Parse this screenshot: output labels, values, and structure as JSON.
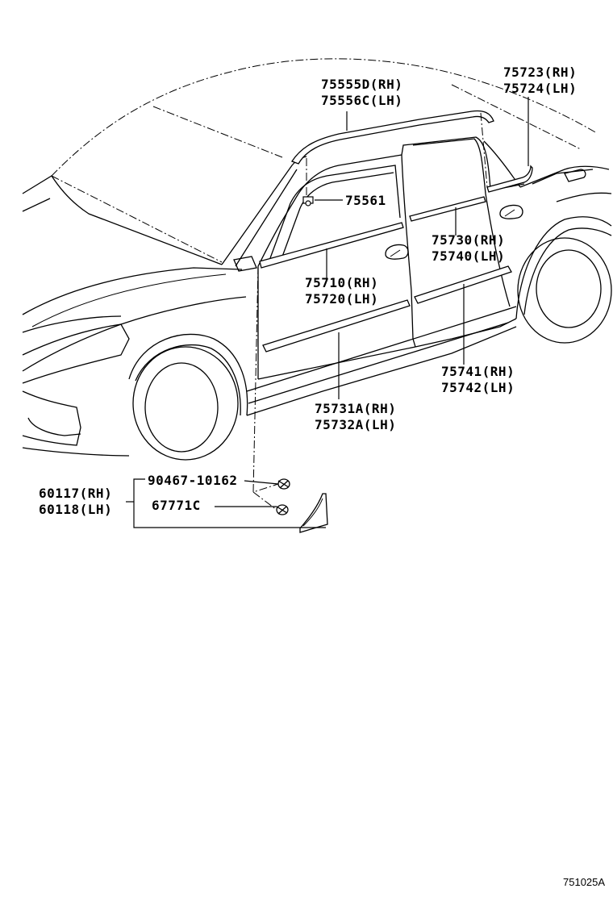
{
  "diagram": {
    "parts": [
      {
        "id": "roof-drip-molding",
        "lines": [
          "75555D(RH)",
          "75556C(LH)"
        ]
      },
      {
        "id": "rear-window-molding",
        "lines": [
          "75723(RH)",
          "75724(LH)"
        ]
      },
      {
        "id": "clip-75561",
        "lines": [
          "75561"
        ]
      },
      {
        "id": "rear-door-belt-molding",
        "lines": [
          "75730(RH)",
          "75740(LH)"
        ]
      },
      {
        "id": "front-door-belt-molding",
        "lines": [
          "75710(RH)",
          "75720(LH)"
        ]
      },
      {
        "id": "rear-door-side-molding",
        "lines": [
          "75741(RH)",
          "75742(LH)"
        ]
      },
      {
        "id": "front-door-side-molding",
        "lines": [
          "75731A(RH)",
          "75732A(LH)"
        ]
      },
      {
        "id": "screw-90467",
        "lines": [
          "90467-10162"
        ]
      },
      {
        "id": "mudguard-assembly",
        "lines": [
          "60117(RH)",
          "60118(LH)"
        ]
      },
      {
        "id": "mudguard-67771c",
        "lines": [
          "67771C"
        ]
      }
    ],
    "figure_code": "751025A"
  }
}
